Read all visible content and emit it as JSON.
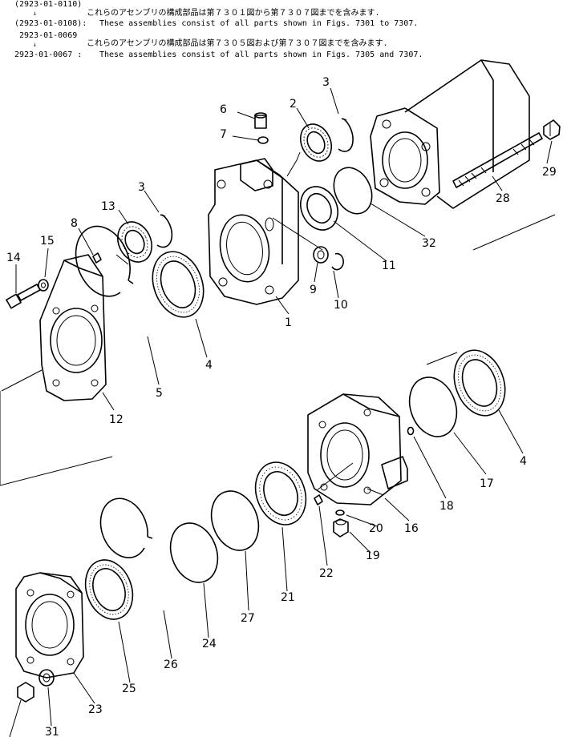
{
  "header": {
    "lines": [
      {
        "code": "(2923-01-0110)",
        "text": ""
      },
      {
        "code": "",
        "text": "これらのアセンブリの構成部品は第７３０１図から第７３０７図までを含みます."
      },
      {
        "code": "(2923-01-0108):",
        "text": "These assemblies consist of all parts shown in Figs. 7301 to 7307."
      },
      {
        "code": "2923-01-0069",
        "text": ""
      },
      {
        "code": "",
        "text": "これらのアセンブリの構成部品は第７３０５図および第７３０７図までを含みます."
      },
      {
        "code": "2923-01-0067 :",
        "text": "These assemblies consist of all parts shown in Figs. 7305 and 7307."
      }
    ],
    "arrow_symbol": "↓"
  },
  "part_labels": {
    "p1": "1",
    "p2": "2",
    "p3a": "3",
    "p3b": "3",
    "p4a": "4",
    "p4b": "4",
    "p5": "5",
    "p6": "6",
    "p7": "7",
    "p8": "8",
    "p9": "9",
    "p10": "10",
    "p11": "11",
    "p12": "12",
    "p13": "13",
    "p14": "14",
    "p15": "15",
    "p16": "16",
    "p17": "17",
    "p18": "18",
    "p19": "19",
    "p20": "20",
    "p21": "21",
    "p22": "22",
    "p23": "23",
    "p24": "24",
    "p25": "25",
    "p26": "26",
    "p27": "27",
    "p28": "28",
    "p29": "29",
    "p31": "31",
    "p32": "32"
  }
}
